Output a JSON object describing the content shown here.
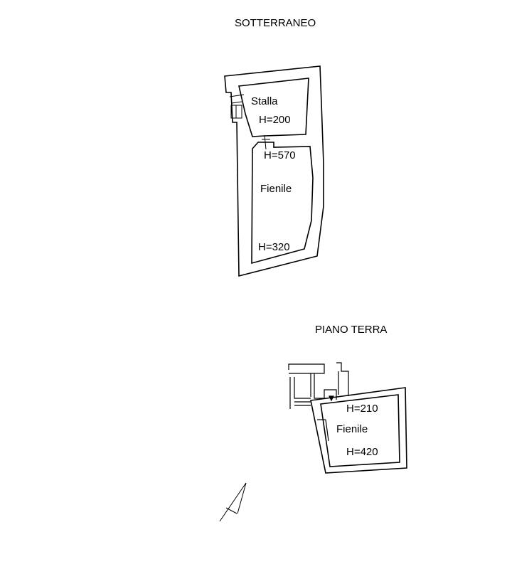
{
  "floors": [
    {
      "title": "SOTTERRANEO",
      "rooms": [
        {
          "name": "Stalla",
          "heights": [
            "H=200"
          ]
        },
        {
          "name": "Fienile",
          "heights": [
            "H=570",
            "H=320"
          ]
        }
      ]
    },
    {
      "title": "PIANO TERRA",
      "rooms": [
        {
          "name": "Fienile",
          "heights": [
            "H=210",
            "H=420"
          ]
        }
      ]
    }
  ]
}
